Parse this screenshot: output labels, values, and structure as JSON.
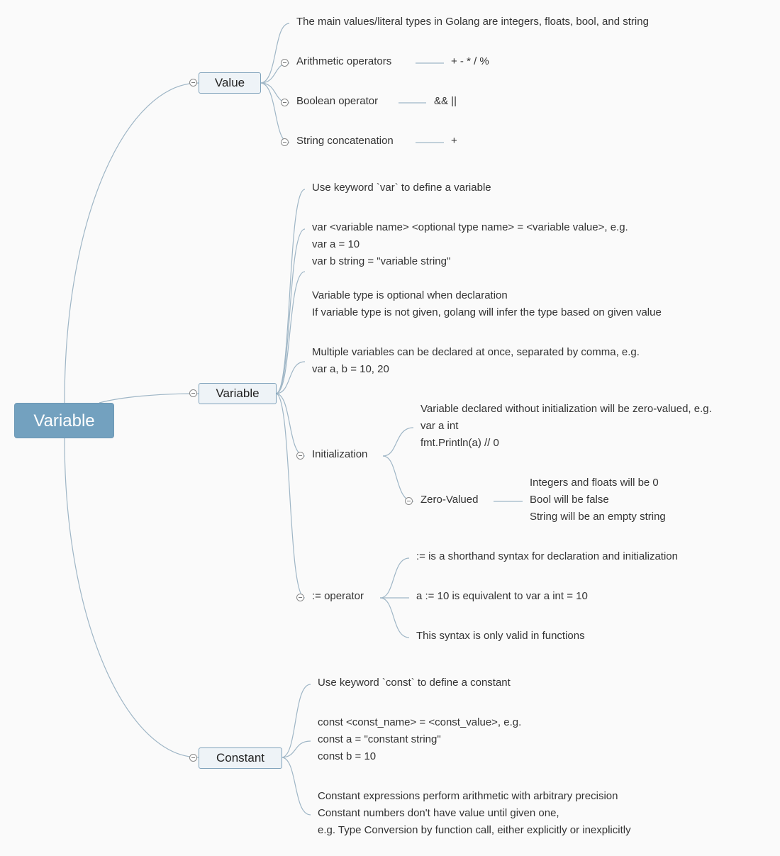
{
  "root": {
    "label": "Variable"
  },
  "value": {
    "label": "Value",
    "literal_types": "The main values/literal types in Golang are integers, floats, bool, and string",
    "arithmetic": {
      "label": "Arithmetic operators",
      "detail": "+ - * / %"
    },
    "boolean": {
      "label": "Boolean operator",
      "detail": "&& ||"
    },
    "concat": {
      "label": "String concatenation",
      "detail": "+"
    }
  },
  "variable": {
    "label": "Variable",
    "keyword": "Use keyword `var` to define a variable",
    "syntax": [
      "var <variable name> <optional type name> = <variable value>, e.g.",
      "var a = 10",
      "var b string = \"variable string\""
    ],
    "type_optional": [
      "Variable type is optional when declaration",
      "If variable type is not given, golang will infer the type based on given value"
    ],
    "multiple": [
      "Multiple variables can be declared at once, separated by comma, e.g.",
      "var a, b = 10, 20"
    ],
    "initialization": {
      "label": "Initialization",
      "no_init": [
        "Variable declared without initialization will be zero-valued, e.g.",
        "var a int",
        "fmt.Println(a) // 0"
      ],
      "zero_valued": {
        "label": "Zero-Valued",
        "lines": [
          "Integers and floats will be 0",
          "Bool will be false",
          "String will be an empty string"
        ]
      }
    },
    "shorthand": {
      "label": ":= operator",
      "desc": ":= is a shorthand syntax for declaration and initialization",
      "example": "a := 10 is equivalent to var a int = 10",
      "note": "This syntax is only valid in functions"
    }
  },
  "constant": {
    "label": "Constant",
    "keyword": "Use keyword `const` to define a constant",
    "syntax": [
      "const <const_name> = <const_value>, e.g.",
      "const a = \"constant string\"",
      "const b = 10"
    ],
    "precision": [
      "Constant expressions perform arithmetic with arbitrary precision",
      "Constant numbers don't have value until given one,",
      "e.g. Type Conversion by function call, either explicitly or inexplicitly"
    ]
  }
}
